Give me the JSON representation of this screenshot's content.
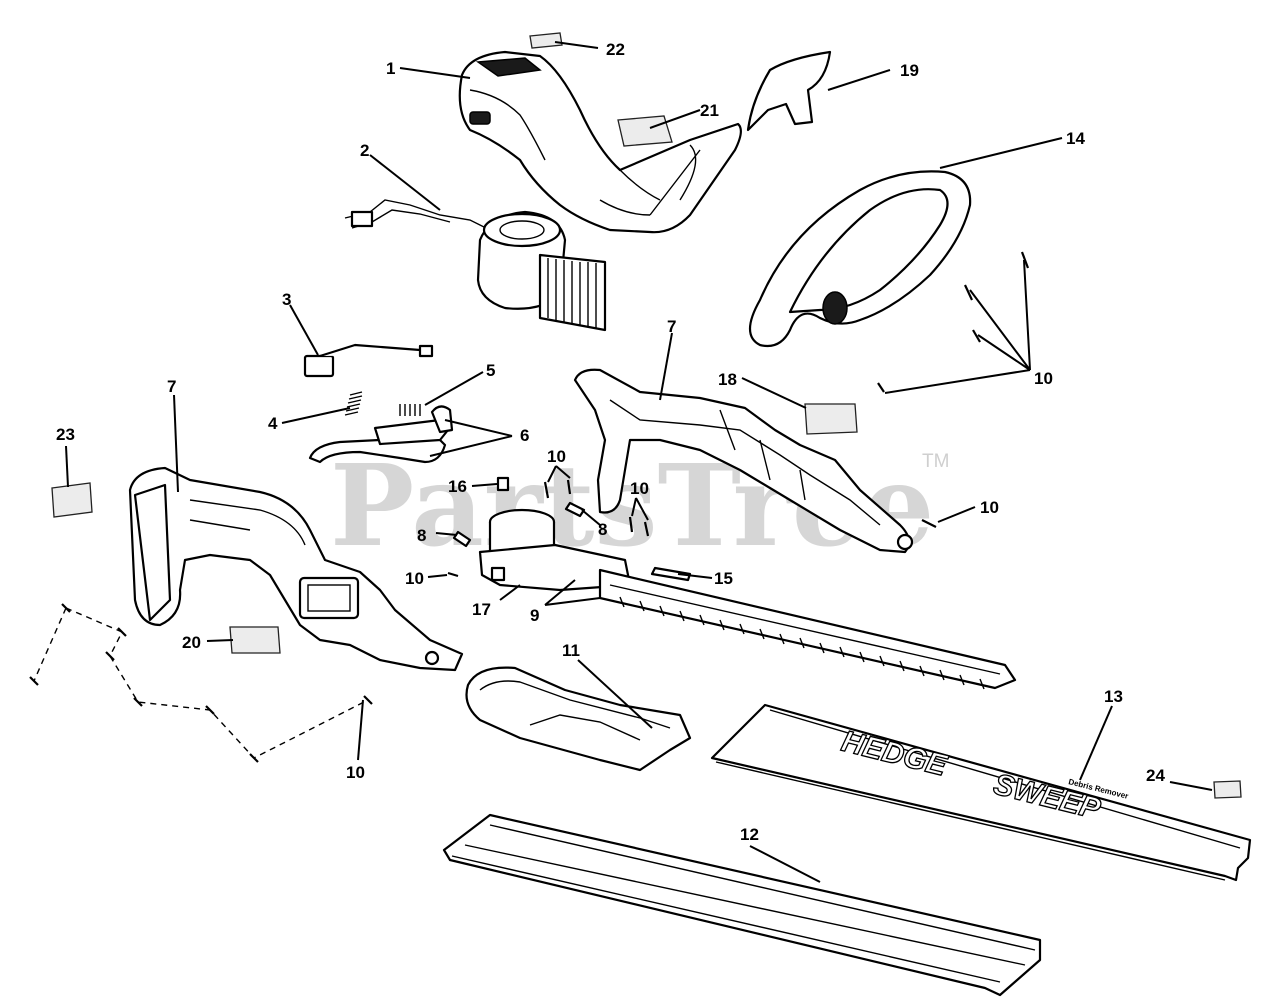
{
  "watermark": {
    "text": "PartsTree",
    "tm": "TM"
  },
  "callouts": {
    "c1": "1",
    "c2": "2",
    "c3": "3",
    "c4": "4",
    "c5": "5",
    "c6": "6",
    "c7a": "7",
    "c7b": "7",
    "c8a": "8",
    "c8b": "8",
    "c9": "9",
    "c10a": "10",
    "c10b": "10",
    "c10c": "10",
    "c10d": "10",
    "c10e": "10",
    "c10f": "10",
    "c11": "11",
    "c12": "12",
    "c13": "13",
    "c14": "14",
    "c15": "15",
    "c16": "16",
    "c17": "17",
    "c18": "18",
    "c19": "19",
    "c20": "20",
    "c21": "21",
    "c22": "22",
    "c23": "23",
    "c24": "24"
  },
  "debris_guard": {
    "brand_top": "HEDGE",
    "brand_bottom": "SWEEP",
    "sub": "Debris Remover"
  }
}
